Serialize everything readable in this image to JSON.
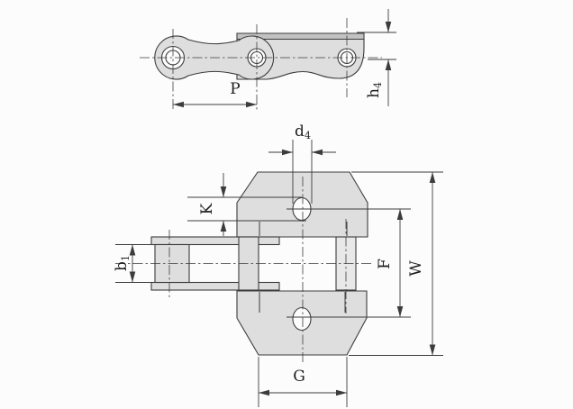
{
  "drawing_type": "roller-chain-attachment-engineering-drawing",
  "colors": {
    "background": "#fcfcfc",
    "part_fill": "#dedede",
    "band_fill": "#c2c2c2",
    "pin_fill": "#e8e8e8",
    "line": "#3c3c3c"
  },
  "labels": {
    "pitch": {
      "text": "P",
      "sub": ""
    },
    "attachment_height": {
      "text": "h",
      "sub": "4"
    },
    "hole_diameter": {
      "text": "d",
      "sub": "4"
    },
    "hole_edge_offset": {
      "text": "K",
      "sub": ""
    },
    "inner_width": {
      "text": "b",
      "sub": "1"
    },
    "hole_centers_dist": {
      "text": "F",
      "sub": ""
    },
    "overall_width": {
      "text": "W",
      "sub": ""
    },
    "base_width": {
      "text": "G",
      "sub": ""
    }
  }
}
